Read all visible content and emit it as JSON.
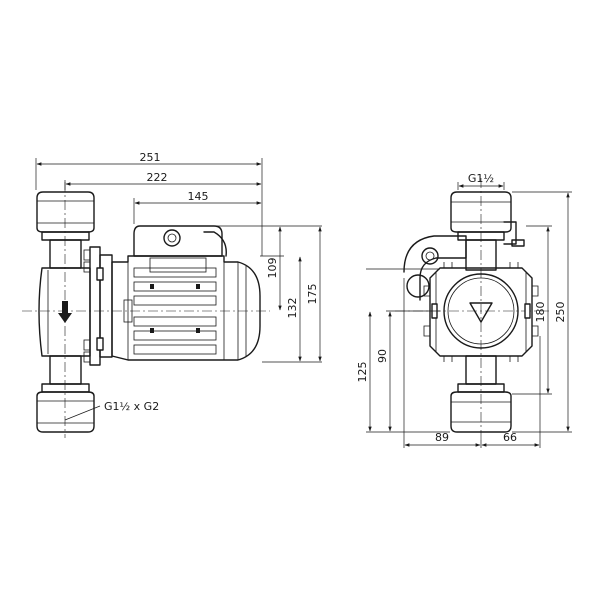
{
  "dimensions": {
    "d251": "251",
    "d222": "222",
    "d145": "145",
    "d109": "109",
    "d132": "132",
    "d175": "175",
    "d180": "180",
    "d250": "250",
    "d125": "125",
    "d90": "90",
    "d89": "89",
    "d66": "66"
  },
  "threads": {
    "top_connection": "G1½",
    "side_connection": "G1½ x G2"
  },
  "colors": {
    "line": "#1a1a1a",
    "background": "#ffffff"
  }
}
